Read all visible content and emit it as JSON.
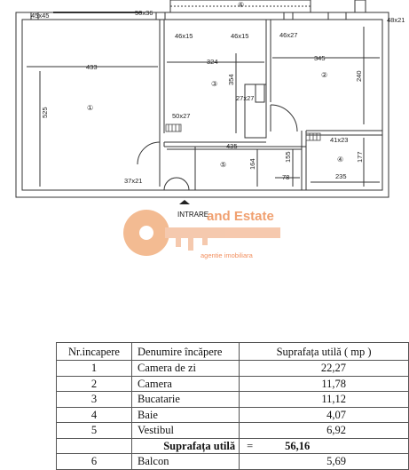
{
  "plan": {
    "rooms": [
      {
        "num": "①"
      },
      {
        "num": "②"
      },
      {
        "num": "③"
      },
      {
        "num": "④"
      },
      {
        "num": "⑤"
      },
      {
        "num": "⑥"
      }
    ],
    "dimensions": {
      "d45x45": "45x45",
      "d50x36": "50x36",
      "d48x21": "48x21",
      "d46x15a": "46x15",
      "d46x15b": "46x15",
      "d46x27": "46x27",
      "d433": "433",
      "d324": "324",
      "d345": "345",
      "d525": "525",
      "d354": "354",
      "d240": "240",
      "d27x27": "27x27",
      "d50x27": "50x27",
      "d435": "435",
      "d41x23": "41x23",
      "d164": "164",
      "d155": "155",
      "d177": "177",
      "d78": "78",
      "d235": "235",
      "d37x21": "37x21"
    },
    "entry_label": "INTRARE",
    "watermark": {
      "brand": "and Estate",
      "tagline": "agentie imobiliara",
      "color": "#f08040"
    }
  },
  "table": {
    "headers": [
      "Nr.incapere",
      "Denumire încăpere",
      "Suprafața utilă ( mp )"
    ],
    "rows": [
      {
        "nr": "1",
        "name": "Camera de zi",
        "area": "22,27"
      },
      {
        "nr": "2",
        "name": "Camera",
        "area": "11,78"
      },
      {
        "nr": "3",
        "name": "Bucatarie",
        "area": "11,12"
      },
      {
        "nr": "4",
        "name": "Baie",
        "area": "4,07"
      },
      {
        "nr": "5",
        "name": "Vestibul",
        "area": "6,92"
      }
    ],
    "total": {
      "label": "Suprafața utilă",
      "eq": "=",
      "value": "56,16"
    },
    "extra_rows": [
      {
        "nr": "6",
        "name": "Balcon",
        "area": "5,69"
      }
    ]
  }
}
